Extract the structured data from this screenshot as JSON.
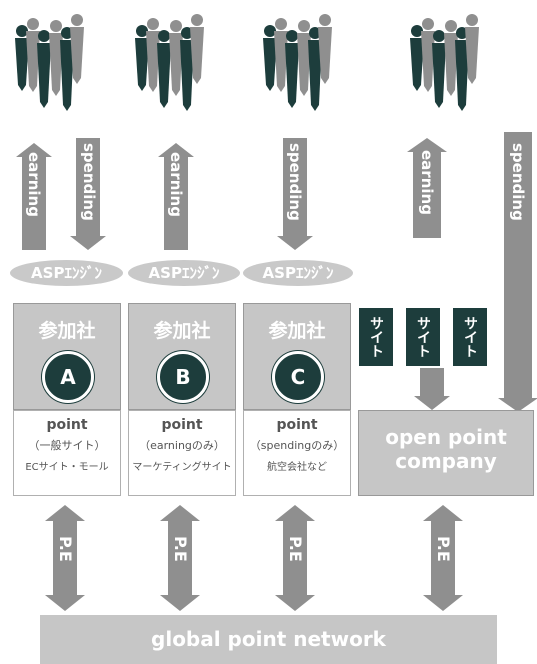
{
  "diagram": {
    "arrow_earning": "earning",
    "arrow_spending": "spending",
    "asp_label": "ASPｴﾝｼﾞﾝ",
    "participants": [
      {
        "title": "参加社",
        "letter": "A",
        "point_title": "point",
        "point_sub": "（一般サイト）",
        "point_note": "ECサイト・モール"
      },
      {
        "title": "参加社",
        "letter": "B",
        "point_title": "point",
        "point_sub": "（earningのみ）",
        "point_note": "マーケティングサイト"
      },
      {
        "title": "参加社",
        "letter": "C",
        "point_title": "point",
        "point_sub": "（spendingのみ）",
        "point_note": "航空会社など"
      }
    ],
    "site_label": "サイト",
    "open_point_company": "open point\ncompany",
    "pe_label": "P.E",
    "global_network": "global point network",
    "colors": {
      "dark": "#1d3d3c",
      "gray": "#8f8f8f",
      "light": "#c6c6c6"
    }
  }
}
